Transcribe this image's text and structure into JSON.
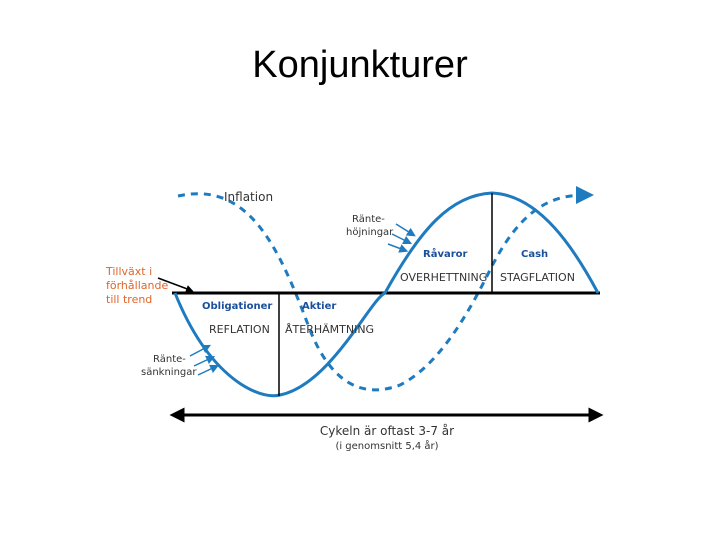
{
  "title": "Konjunkturer",
  "diagram": {
    "inflation_label": "Inflation",
    "trend_label": [
      "Tillväxt i",
      "förhållande",
      "till trend"
    ],
    "rate_up_label": [
      "Ränte-",
      "höjningar"
    ],
    "rate_down_label": [
      "Ränte-",
      "sänkningar"
    ],
    "phases": [
      {
        "asset": "Obligationer",
        "phase": "REFLATION"
      },
      {
        "asset": "Aktier",
        "phase": "ÅTERHÄMTNING"
      },
      {
        "asset": "Råvaror",
        "phase": "OVERHETTNING"
      },
      {
        "asset": "Cash",
        "phase": "STAGFLATION"
      }
    ],
    "cycle_label": "Cykeln är oftast 3-7 år",
    "cycle_sublabel": "(i genomsnitt 5,4 år)",
    "colors": {
      "curve": "#1f7bbf",
      "asset_text": "#1a4f9c",
      "trend_text": "#e0662a",
      "line": "#000000",
      "text": "#333333"
    }
  }
}
